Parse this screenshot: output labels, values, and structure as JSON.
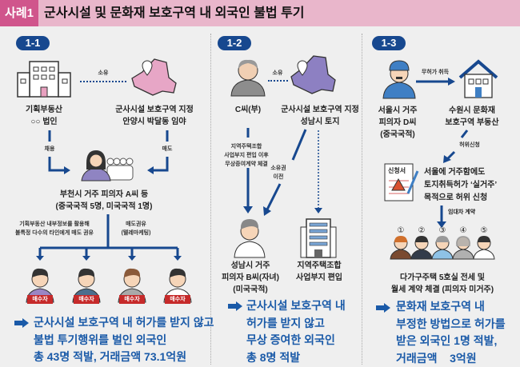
{
  "header": {
    "tag": "사례1",
    "title": "군사시설 및 문화재 보호구역 내 외국인 불법 투기"
  },
  "case1": {
    "badge": "1-1",
    "own_label": "소유",
    "company": [
      "기획부동산",
      "○○ 법인"
    ],
    "land": [
      "군사시설 보호구역 지정",
      "안양시 박달동 임야"
    ],
    "hire_label": "채용",
    "sell_label": "매도",
    "suspect": [
      "부천시 거주 피의자 A씨 등",
      "(중국국적 5명, 미국국적 1명)"
    ],
    "method_left": [
      "기획부동산 내부정보를 활용해",
      "불특정 다수의 타인에게 매도 권유"
    ],
    "method_right": [
      "매도권유",
      "(텔레마케팅)"
    ],
    "buyer_label": "매수자",
    "summary": [
      "군사시설 보호구역 내 허가를 받지 않고",
      "불법 투기행위를 벌인 외국인",
      "총 43명 적발, 거래금액 73.1억원"
    ]
  },
  "case2": {
    "badge": "1-2",
    "own_label": "소유",
    "father": "C씨(부)",
    "land": [
      "군사시설 보호구역 지정",
      "성남시 토지"
    ],
    "gift": [
      "지역주택조합",
      "사업부지 편입 이후",
      "무상증여계약 체결"
    ],
    "transfer": [
      "소유권",
      "이전"
    ],
    "suspect": [
      "성남시 거주",
      "피의자 B씨(자녀)",
      "(미국국적)"
    ],
    "union": [
      "지역주택조합",
      "사업부지 편입"
    ],
    "summary": [
      "군사시설 보호구역 내",
      "허가를 받지 않고",
      "무상 증여한 외국인",
      "총 8명 적발"
    ]
  },
  "case3": {
    "badge": "1-3",
    "acquire_label": "무허가 취득",
    "suspect": [
      "서울시 거주",
      "피의자 D씨",
      "(중국국적)"
    ],
    "property": [
      "수원시 문화재",
      "보호구역 부동산"
    ],
    "false_label": "허위신청",
    "doc_label": "신청서",
    "false_desc": [
      "서울에 거주함에도",
      "토지취득허가 ‘실거주’",
      "목적으로 허위 신청"
    ],
    "lease_label": "임대차 계약",
    "tenants": [
      "①",
      "②",
      "③",
      "④",
      "⑤"
    ],
    "contract": [
      "다가구주택 5호실 전세 및",
      "월세 계약 체결 (피의자 미거주)"
    ],
    "summary": [
      "문화재 보호구역 내",
      "부정한 방법으로 허가를",
      "받은 외국인 1명 적발,",
      "거래금액    3억원"
    ]
  },
  "colors": {
    "blue": "#17488f",
    "summary": "#1a5aa8",
    "pink": "#e9b6cb",
    "tag": "#d0558c",
    "red": "#c62a2a"
  }
}
